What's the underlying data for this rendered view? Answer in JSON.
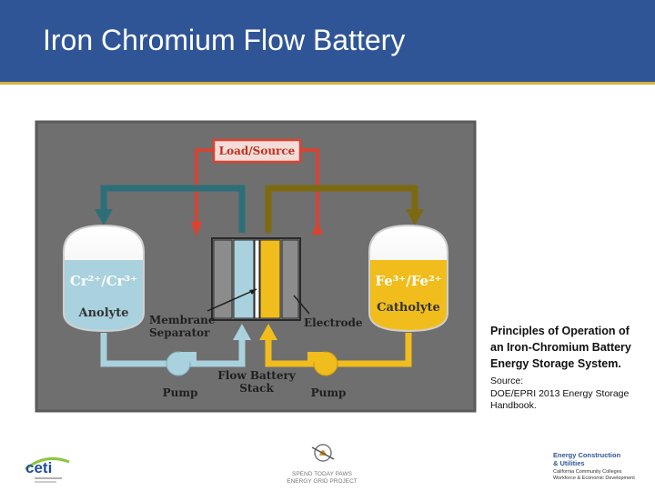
{
  "slide": {
    "title": "Iron Chromium Flow Battery",
    "caption_bold": "Principles of Operation of an Iron-Chromium Battery Energy Storage System.",
    "caption_source": "Source:",
    "caption_rest": "DOE/EPRI 2013 Energy Storage Handbook."
  },
  "diagram": {
    "load_source": "Load/Source",
    "anolyte_species": "Cr²⁺/Cr³⁺",
    "anolyte_label": "Anolyte",
    "catholyte_species": "Fe³⁺/Fe²⁺",
    "catholyte_label": "Catholyte",
    "membrane_line1": "Membrane",
    "membrane_line2": "Separator",
    "electrode": "Electrode",
    "stack_line1": "Flow Battery",
    "stack_line2": "Stack",
    "pump_left": "Pump",
    "pump_right": "Pump"
  },
  "colors": {
    "header": "#2f5597",
    "accent_line": "#d9b13b",
    "anolyte_loop": "#2d6f78",
    "catholyte_loop": "#7d6a10",
    "load_loop": "#e0402e",
    "flow_left": "#a9d1de",
    "flow_right": "#f0bd1c",
    "diagram_bg": "#6f6f6f"
  },
  "logos": {
    "ceti_text": "ceti",
    "right_logo_line1": "Energy Construction",
    "right_logo_line2": "& Utilities",
    "right_logo_line3": "California Community Colleges",
    "right_logo_line4": "Workforce & Economic Development",
    "center_logo_line1": "SPEND TODAY PAWS",
    "center_logo_line2": "ENERGY GRID PROJECT"
  }
}
